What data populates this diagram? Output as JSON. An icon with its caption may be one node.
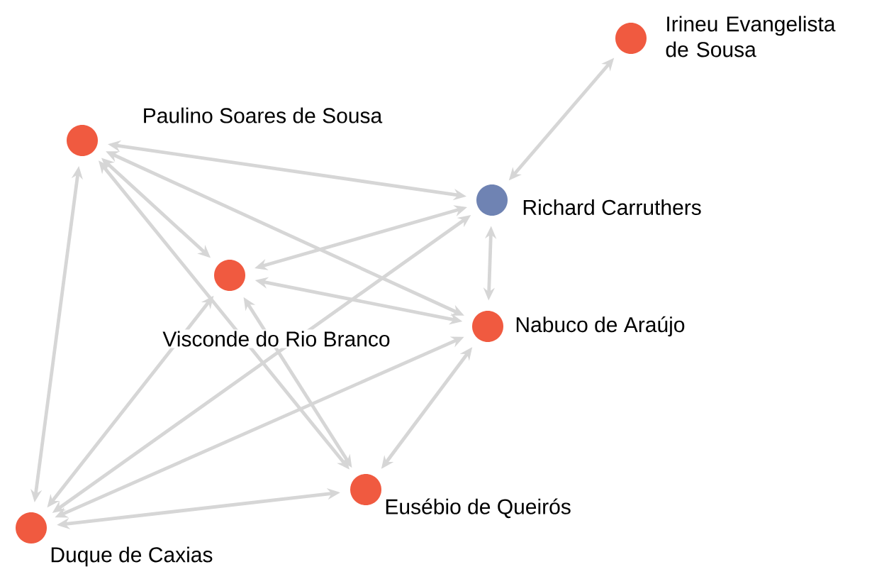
{
  "diagram": {
    "nodes": [
      {
        "text": [],
        "shape": "circle",
        "beside": [
          "Irineu Evangelista de Sousa"
        ]
      },
      {
        "text": [],
        "shape": "circle",
        "beside": [
          "Paulino Soares de Sousa"
        ]
      },
      {
        "text": [],
        "shape": "circle",
        "beside": [
          "Richard Carruthers"
        ]
      },
      {
        "text": [],
        "shape": "circle",
        "beside": [
          "Visconde do Rio Branco"
        ]
      },
      {
        "text": [],
        "shape": "circle",
        "beside": [
          "Nabuco de Araújo"
        ]
      },
      {
        "text": [],
        "shape": "circle",
        "beside": [
          "Eusébio de Queirós"
        ]
      },
      {
        "text": [],
        "shape": "circle",
        "beside": [
          "Duque de Caxias"
        ]
      }
    ],
    "edges": [
      {
        "from": 0,
        "to": 2,
        "arrow": "both"
      },
      {
        "from": 1,
        "to": 2,
        "arrow": "both"
      },
      {
        "from": 1,
        "to": 3,
        "arrow": "both"
      },
      {
        "from": 1,
        "to": 4,
        "arrow": "both"
      },
      {
        "from": 1,
        "to": 5,
        "arrow": "both"
      },
      {
        "from": 1,
        "to": 6,
        "arrow": "both"
      },
      {
        "from": 2,
        "to": 3,
        "arrow": "both"
      },
      {
        "from": 2,
        "to": 4,
        "arrow": "both"
      },
      {
        "from": 2,
        "to": 6,
        "arrow": "both"
      },
      {
        "from": 3,
        "to": 4,
        "arrow": "both"
      },
      {
        "from": 3,
        "to": 5,
        "arrow": "both"
      },
      {
        "from": 3,
        "to": 6,
        "arrow": "both"
      },
      {
        "from": 4,
        "to": 5,
        "arrow": "both"
      },
      {
        "from": 4,
        "to": 6,
        "arrow": "both"
      },
      {
        "from": 5,
        "to": 6,
        "arrow": "both"
      }
    ]
  }
}
